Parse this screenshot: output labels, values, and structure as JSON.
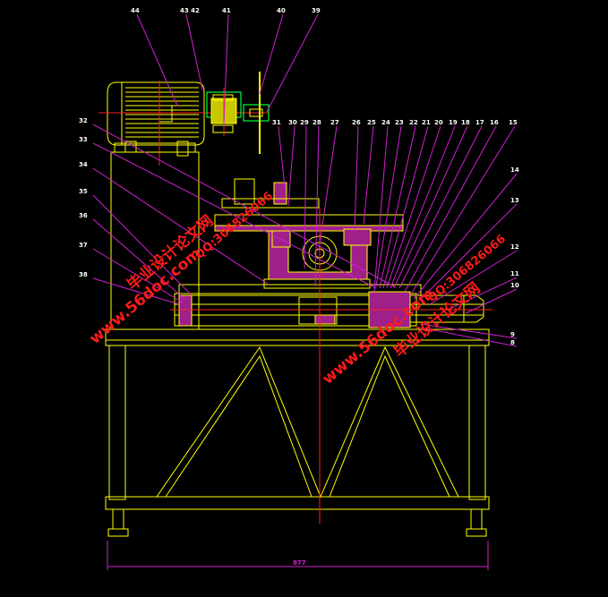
{
  "drawing": {
    "title": "Machine assembly drawing",
    "dimension": "877",
    "colors": {
      "background": "#000000",
      "outline": "#ffff00",
      "leader": "#d020d0",
      "centerline": "#ff2020",
      "hatch": "#a0208a",
      "highlight": "#00ff40"
    }
  },
  "labels": [
    "44",
    "43 42",
    "41",
    "40",
    "39",
    "31",
    "30",
    "29",
    "28",
    "27",
    "26",
    "25",
    "24",
    "23",
    "22",
    "21",
    "20",
    "19",
    "18",
    "17",
    "16",
    "15",
    "14",
    "13",
    "12",
    "11",
    "10",
    "9",
    "8",
    "32",
    "33",
    "34",
    "35",
    "36",
    "37",
    "38"
  ],
  "watermarks": {
    "site_cn": "毕业设计论文网",
    "qq": "QQ:306826066",
    "url": "www.56doc.com"
  }
}
